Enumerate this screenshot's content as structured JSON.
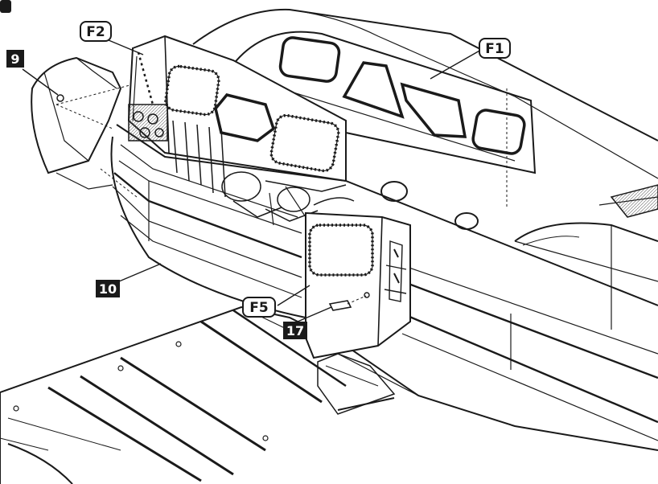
{
  "step_marker": "",
  "callouts": {
    "F2": "F2",
    "F1": "F1",
    "F5": "F5",
    "p9": "9",
    "p10": "10",
    "p17": "17"
  },
  "colors": {
    "ink": "#1a1a1a",
    "paper": "#ffffff",
    "label_fill": "#1a1a1a",
    "label_text": "#ffffff"
  }
}
